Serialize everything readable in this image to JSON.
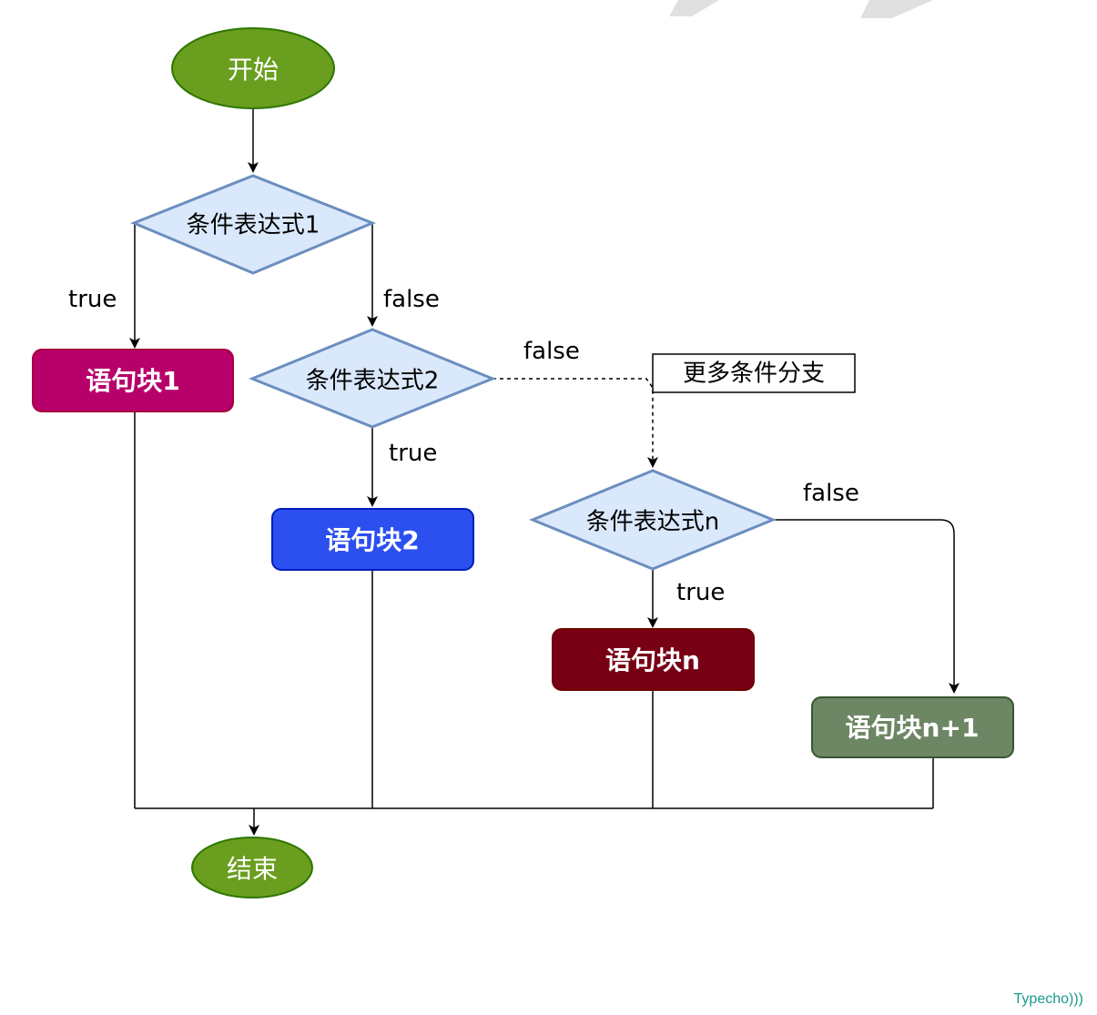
{
  "nodes": {
    "start": {
      "label": "开始",
      "fill": "#6a9e1f",
      "stroke": "#2d7600",
      "text_color": "#ffffff"
    },
    "cond1": {
      "label": "条件表达式1",
      "fill": "#dae8fc",
      "stroke": "#6c8ebf",
      "text_color": "#000000"
    },
    "cond2": {
      "label": "条件表达式2",
      "fill": "#dae8fc",
      "stroke": "#6c8ebf",
      "text_color": "#000000"
    },
    "condn": {
      "label": "条件表达式n",
      "fill": "#dae8fc",
      "stroke": "#6c8ebf",
      "text_color": "#000000"
    },
    "block1": {
      "label": "语句块1",
      "fill": "#b8006b",
      "stroke": "#a50040",
      "text_color": "#ffffff"
    },
    "block2": {
      "label": "语句块2",
      "fill": "#2c4ff0",
      "stroke": "#001dbc",
      "text_color": "#ffffff"
    },
    "blockn": {
      "label": "语句块n",
      "fill": "#780014",
      "stroke": "#6f0000",
      "text_color": "#ffffff"
    },
    "blockn1": {
      "label": "语句块n+1",
      "fill": "#6d8764",
      "stroke": "#3a5431",
      "text_color": "#ffffff"
    },
    "more": {
      "label": "更多条件分支",
      "fill": "#ffffff",
      "stroke": "#000000",
      "text_color": "#000000"
    },
    "end": {
      "label": "结束",
      "fill": "#6a9e1f",
      "stroke": "#2d7600",
      "text_color": "#ffffff"
    }
  },
  "edge_labels": {
    "cond1_true": "true",
    "cond1_false": "false",
    "cond2_false": "false",
    "cond2_true": "true",
    "condn_false": "false",
    "condn_true": "true"
  },
  "watermark": "Typecho)))"
}
